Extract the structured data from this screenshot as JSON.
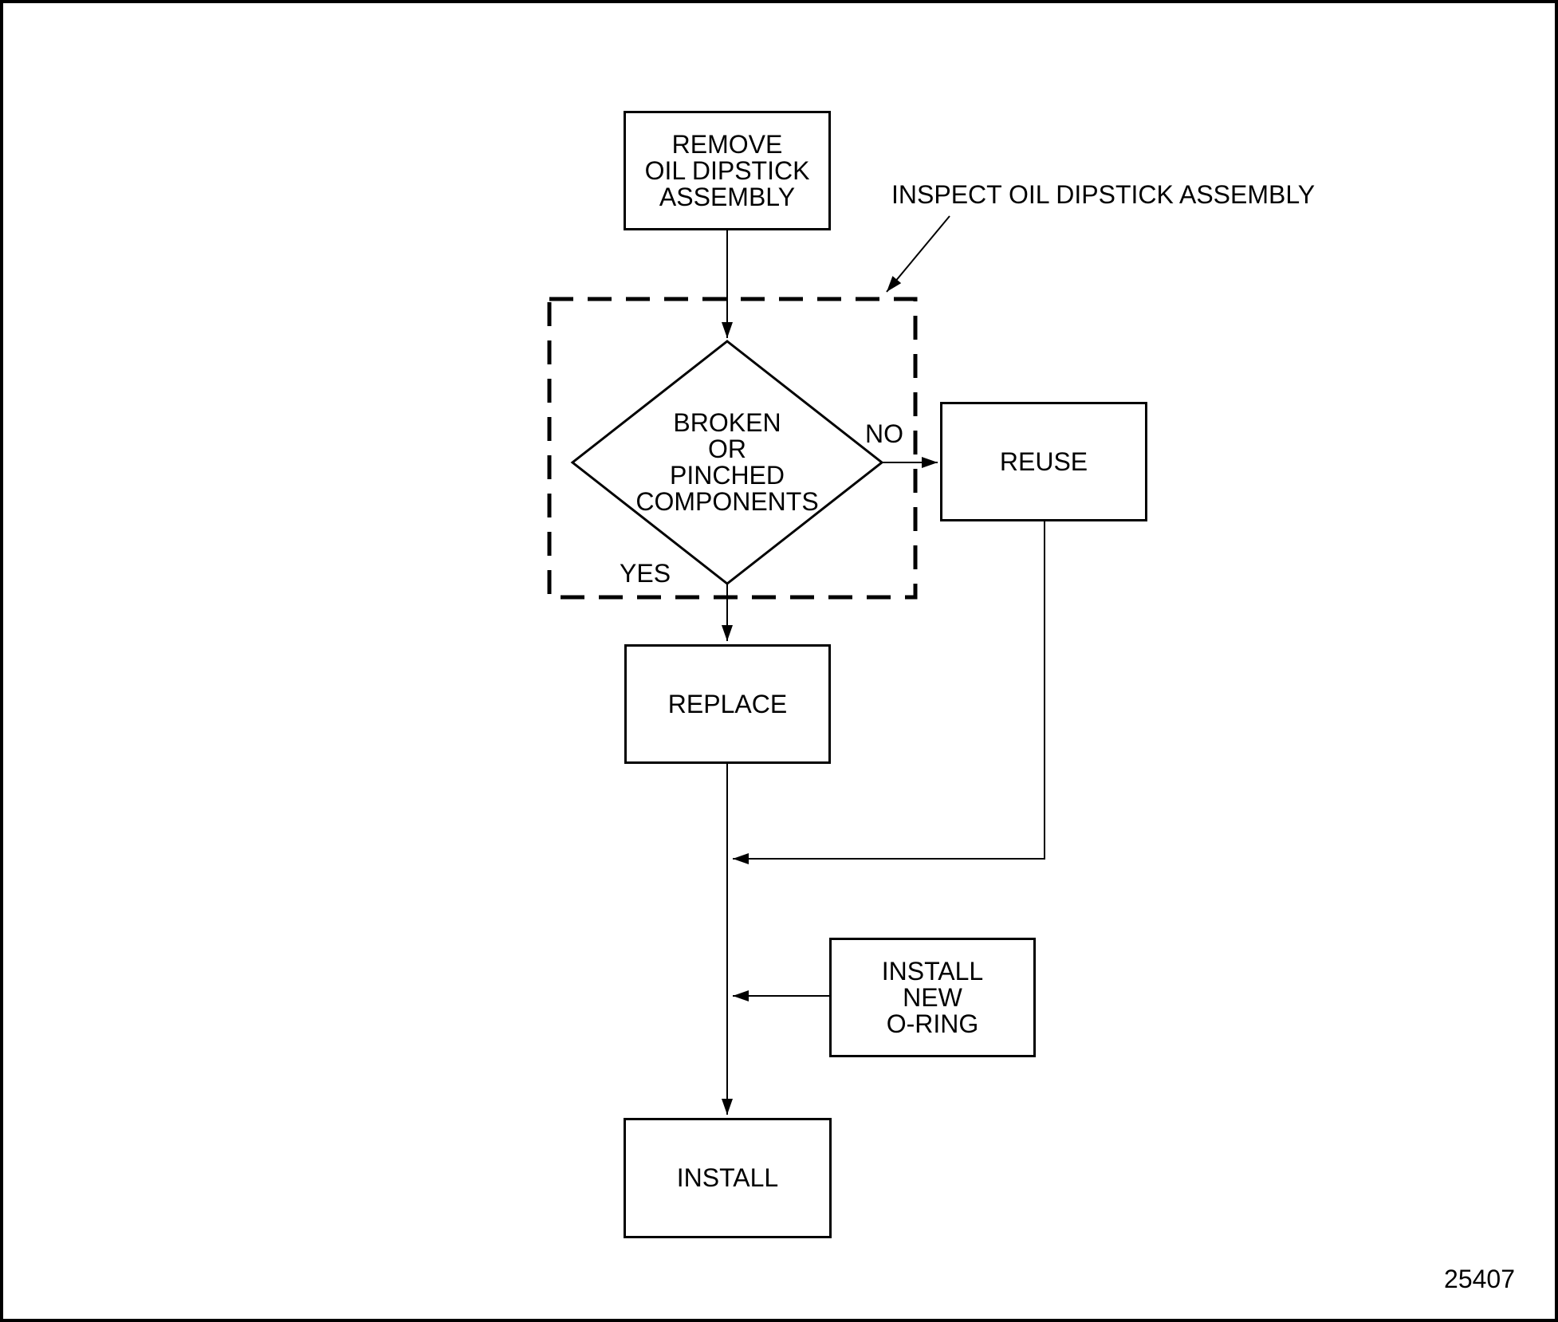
{
  "figure": {
    "code": "25407",
    "annotation": {
      "text": "INSPECT OIL DIPSTICK ASSEMBLY",
      "target": "inspection-group-outline"
    },
    "nodes": {
      "remove": {
        "label": "REMOVE\nOIL DIPSTICK\nASSEMBLY",
        "shape": "rectangle"
      },
      "decision": {
        "label": "BROKEN\nOR\nPINCHED\nCOMPONENTS",
        "shape": "diamond"
      },
      "reuse": {
        "label": "REUSE",
        "shape": "rectangle"
      },
      "replace": {
        "label": "REPLACE",
        "shape": "rectangle"
      },
      "new_oring": {
        "label": "INSTALL\nNEW\nO-RING",
        "shape": "rectangle"
      },
      "install": {
        "label": "INSTALL",
        "shape": "rectangle"
      }
    },
    "edges": [
      {
        "from": "remove",
        "to": "decision",
        "label": ""
      },
      {
        "from": "decision",
        "to": "reuse",
        "label": "NO"
      },
      {
        "from": "decision",
        "to": "replace",
        "label": "YES"
      },
      {
        "from": "reuse",
        "to": "main-line",
        "label": ""
      },
      {
        "from": "new_oring",
        "to": "main-line",
        "label": ""
      },
      {
        "from": "replace",
        "to": "install",
        "label": ""
      }
    ],
    "colors": {
      "ink": "#000000",
      "paper": "#ffffff"
    }
  }
}
